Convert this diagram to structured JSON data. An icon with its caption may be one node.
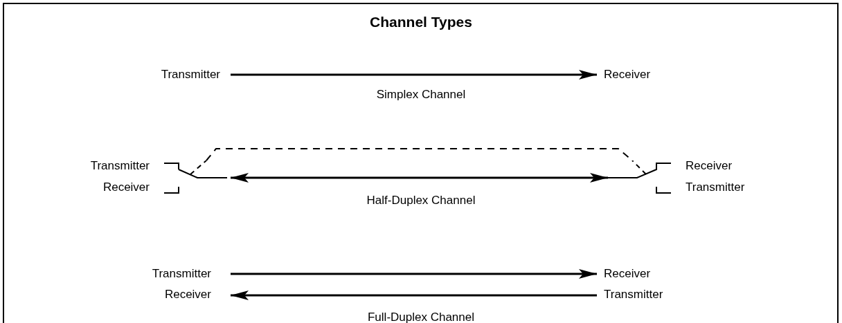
{
  "diagram": {
    "title": "Channel Types",
    "nodes": [
      {
        "text": [
          "Transmitter"
        ]
      },
      {
        "text": [
          "Receiver"
        ]
      },
      {
        "text": [
          "Transmitter",
          "Receiver"
        ]
      },
      {
        "text": [
          "Receiver",
          "Transmitter"
        ]
      },
      {
        "text": [
          "Transmitter",
          "Receiver"
        ]
      },
      {
        "text": [
          "Receiver",
          "Transmitter"
        ]
      }
    ],
    "edges": [
      {
        "from": 0,
        "to": 1,
        "arrow": "to",
        "label": "Simplex Channel"
      },
      {
        "from": 2,
        "to": 3,
        "arrow": "both",
        "label": "Half-Duplex Channel"
      },
      {
        "from": 2,
        "to": 3,
        "arrow": "none",
        "style": "dashed"
      },
      {
        "from": 4,
        "to": 5,
        "arrow": "to"
      },
      {
        "from": 5,
        "to": 4,
        "arrow": "to",
        "label": "Full-Duplex Channel"
      }
    ]
  }
}
